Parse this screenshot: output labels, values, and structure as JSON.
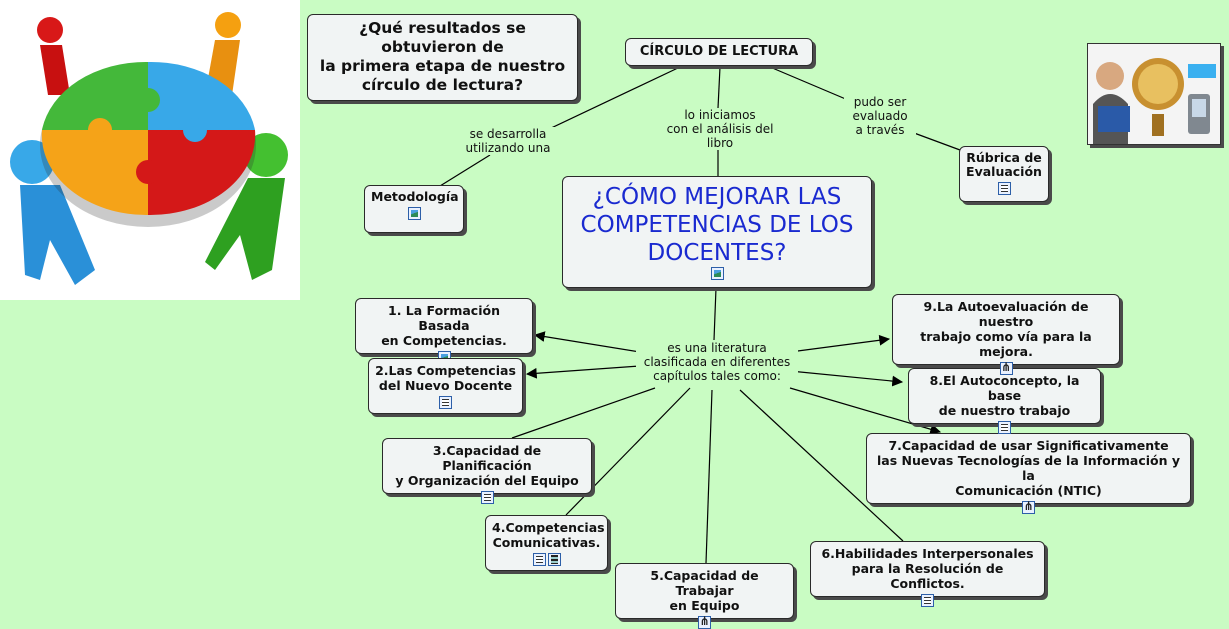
{
  "central": "¿CÓMO MEJORAR LAS COMPETENCIAS DE LOS DOCENTES?",
  "title_node": "CÍRCULO DE LECTURA",
  "question": "¿Qué resultados se obtuvieron de\nla primera etapa de nuestro círculo de lectura?",
  "methodology": "Metodología",
  "rubric": "Rúbrica de\nEvaluación",
  "link_labels": {
    "develop": "se desarrolla\nutilizando una",
    "started": "lo iniciamos\ncon el análisis del\nlibro",
    "evaluated": "pudo ser\nevaluado\na través",
    "classified": "es una literatura\nclasificada en diferentes\ncapítulos tales como:"
  },
  "chapters": {
    "c1": "1. La Formación Basada\nen Competencias.",
    "c2": "2.Las Competencias\ndel Nuevo Docente",
    "c3": "3.Capacidad de Planificación\ny Organización del Equipo",
    "c4": "4.Competencias\nComunicativas.",
    "c5": "5.Capacidad de Trabajar\nen Equipo",
    "c6": "6.Habilidades Interpersonales\npara la Resolución de Conflictos.",
    "c7": "7.Capacidad de usar Significativamente\nlas Nuevas Tecnologías de la Información y la\nComunicación (NTIC)",
    "c8": "8.El Autoconcepto, la base\nde nuestro trabajo",
    "c9": "9.La Autoevaluación de nuestro\ntrabajo como vía para la\nmejora."
  },
  "colors": {
    "background": "#c9fcc3",
    "central_text": "#1a2ad0",
    "puzzle": [
      "#e02020",
      "#38a8e8",
      "#f0a020",
      "#3cb838"
    ]
  },
  "icons": [
    "image-icon",
    "document-icon",
    "concept-map-icon",
    "video-icon"
  ]
}
